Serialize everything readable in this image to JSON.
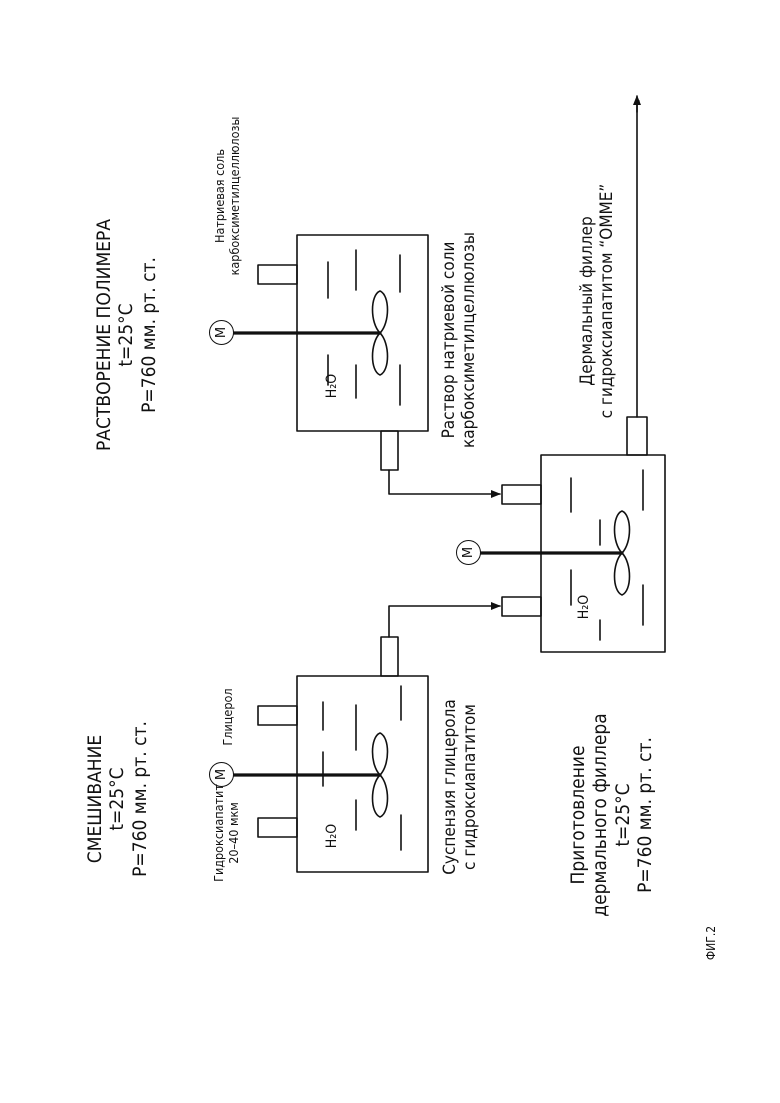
{
  "figure_label": "ФИГ.2",
  "mixing_stage": {
    "title": "СМЕШИВАНИЕ",
    "temperature": "t=25°C",
    "pressure": "P=760 мм. рт. ст.",
    "inputs": {
      "hydroxyapatite": {
        "line1": "Гидроксиапатит",
        "line2": "20–40 мкм"
      },
      "glycerol": "Глицерол"
    },
    "tank_label": "H₂O",
    "motor_label": "M",
    "product": {
      "line1": "Суспензия глицерола",
      "line2": "с гидроксиапатитом"
    }
  },
  "dissolution_stage": {
    "title": "РАСТВОРЕНИЕ ПОЛИМЕРА",
    "temperature": "t=25°C",
    "pressure": "P=760 мм. рт. ст.",
    "input": {
      "line1": "Натриевая соль",
      "line2": "карбоксиметилцеллюлозы"
    },
    "tank_label": "H₂O",
    "motor_label": "M",
    "product": {
      "line1": "Раствор натриевой соли",
      "line2": "карбоксиметилцеллюлозы"
    }
  },
  "filler_stage": {
    "title_line1": "Приготовление",
    "title_line2": "дермального филлера",
    "temperature": "t=25°C",
    "pressure": "P=760 мм. рт. ст.",
    "tank_label": "H₂O",
    "motor_label": "M",
    "output": {
      "line1": "Дермальный филлер",
      "line2": "с гидроксиапатитом “OMME”"
    }
  }
}
